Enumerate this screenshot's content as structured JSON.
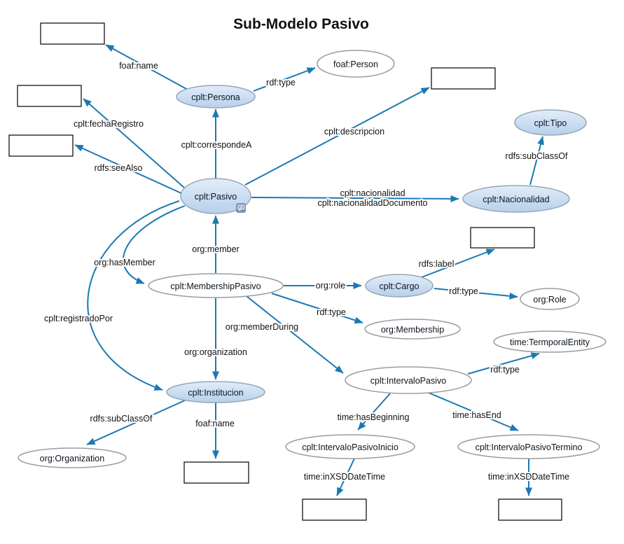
{
  "title": "Sub-Modelo Pasivo",
  "colors": {
    "edge": "#1b79b2",
    "class_node_fill_top": "#e2edfa",
    "class_node_fill_bottom": "#b7d0ea",
    "class_node_border": "#97a6b6",
    "plain_node_border": "#9c9c9c",
    "literal_box_border": "#000000",
    "note_icon_fill": "#8092bc"
  },
  "nodes": {
    "persona": {
      "label": "cplt:Persona"
    },
    "foaf_person": {
      "label": "foaf:Person"
    },
    "pasivo": {
      "label": "cplt:Pasivo"
    },
    "tipo": {
      "label": "cplt:Tipo"
    },
    "nacionalidad": {
      "label": "cplt:Nacionalidad"
    },
    "membership_pasivo": {
      "label": "cplt:MembershipPasivo"
    },
    "cargo": {
      "label": "cplt:Cargo"
    },
    "org_role": {
      "label": "org:Role"
    },
    "org_membership": {
      "label": "org:Membership"
    },
    "temporal_entity": {
      "label": "time:TermporalEntity"
    },
    "intervalo_pasivo": {
      "label": "cplt:IntervaloPasivo"
    },
    "intervalo_inicio": {
      "label": "cplt:IntervaloPasivoInicio"
    },
    "intervalo_termino": {
      "label": "cplt:IntervaloPasivoTermino"
    },
    "institucion": {
      "label": "cplt:Institucion"
    },
    "org_organization": {
      "label": "org:Organization"
    }
  },
  "edges": {
    "persona_name": {
      "label": "foaf:name"
    },
    "persona_type": {
      "label": "rdf:type"
    },
    "corresponde": {
      "label": "cplt:correspondeA"
    },
    "fecha_registro": {
      "label": "cplt:fechaRegistro"
    },
    "see_also": {
      "label": "rdfs:seeAlso"
    },
    "descripcion": {
      "label": "cplt:descripcion"
    },
    "nacionalidad_line1": {
      "label": "cplt:nacionalidad"
    },
    "nacionalidad_line2": {
      "label": "cplt:nacionalidadDocumento"
    },
    "tipo_subclass": {
      "label": "rdfs:subClassOf"
    },
    "member": {
      "label": "org:member"
    },
    "has_member": {
      "label": "org:hasMember"
    },
    "registrado_por": {
      "label": "cplt:registradoPor"
    },
    "role": {
      "label": "org:role"
    },
    "rdfs_label": {
      "label": "rdfs:label"
    },
    "cargo_type": {
      "label": "rdf:type"
    },
    "membership_type": {
      "label": "rdf:type"
    },
    "member_during": {
      "label": "org:memberDuring"
    },
    "organization": {
      "label": "org:organization"
    },
    "interval_type": {
      "label": "rdf:type"
    },
    "has_beginning": {
      "label": "time:hasBeginning"
    },
    "has_end": {
      "label": "time:hasEnd"
    },
    "subclass_org": {
      "label": "rdfs:subClassOf"
    },
    "institucion_name": {
      "label": "foaf:name"
    },
    "inicio_datetime": {
      "label": "time:inXSDDateTime"
    },
    "termino_datetime": {
      "label": "time:inXSDDateTime"
    }
  }
}
